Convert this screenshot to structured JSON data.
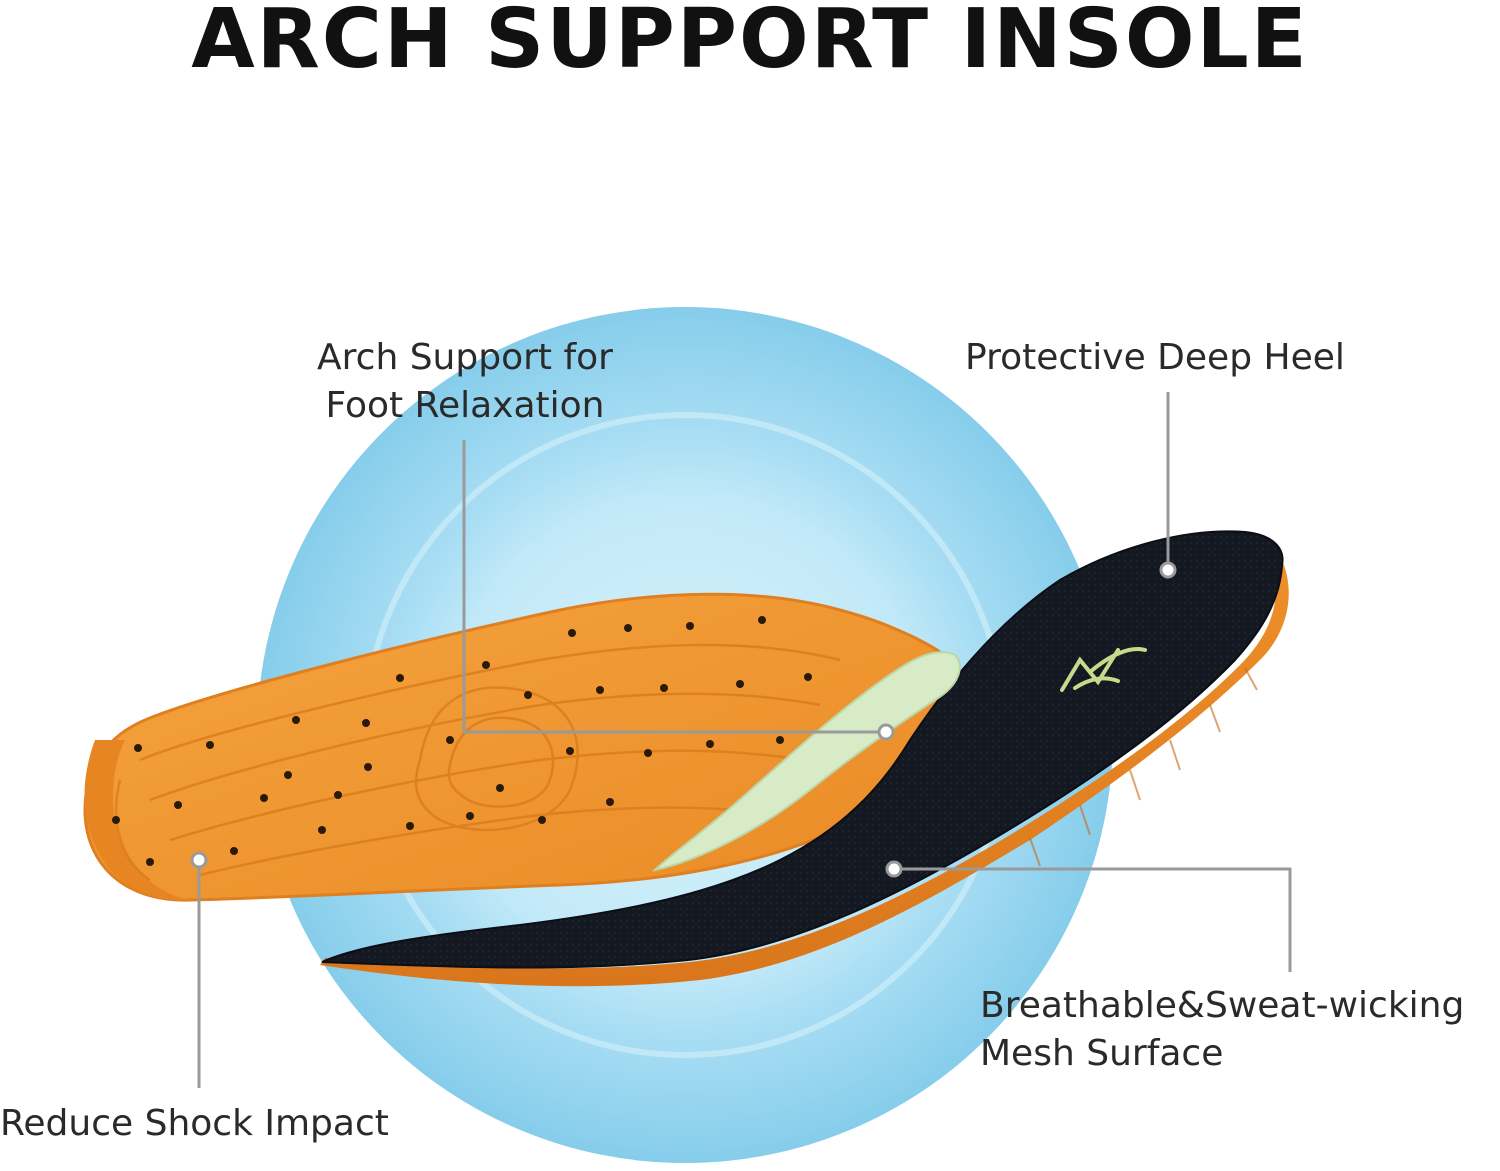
{
  "title": "ARCH SUPPORT INSOLE",
  "callouts": {
    "arch": {
      "line1": "Arch Support for",
      "line2": "Foot Relaxation"
    },
    "heel": {
      "line1": "Protective Deep Heel"
    },
    "mesh": {
      "line1": "Breathable&Sweat-wicking",
      "line2": "Mesh Surface"
    },
    "shock": {
      "line1": "Reduce Shock Impact"
    }
  },
  "colors": {
    "foam_orange": "#f0952f",
    "mesh_black": "#141820",
    "arch_pad": "#d7ebc6",
    "circle_outer": "#8fd3ef",
    "circle_inner": "#c2e9f8",
    "leader_line": "#9a9a9a"
  },
  "icons": {
    "brand_logo": "insole-brand-logo-icon"
  }
}
